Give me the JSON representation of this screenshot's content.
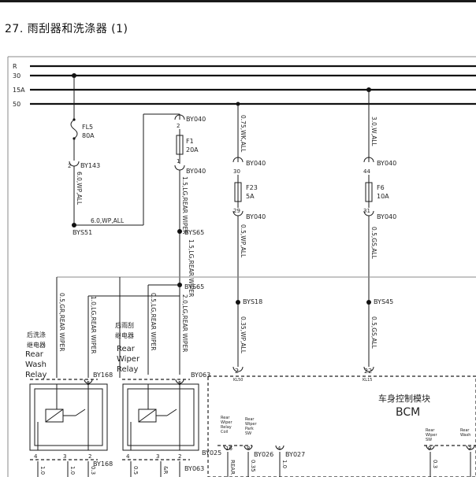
{
  "header": {
    "title": "27.  雨刮器和洗涤器 (1)"
  },
  "buses": [
    "R",
    "30",
    "15A",
    "50"
  ],
  "fuses": {
    "fl5": {
      "name": "FL5",
      "rating": "80A",
      "conn_top": "",
      "conn_bottom": "BY143"
    },
    "f1": {
      "name": "F1",
      "rating": "20A",
      "conn_top": "BY040",
      "conn_bottom": "BY040",
      "pin_top": "2",
      "pin_bottom": "1"
    },
    "f23": {
      "name": "F23",
      "rating": "5A",
      "conn_top": "BY040",
      "conn_bottom": "BY040",
      "pin_top": "30",
      "pin_bottom": "29"
    },
    "f6": {
      "name": "F6",
      "rating": "10A",
      "conn_top": "BY040",
      "conn_bottom": "BY040",
      "pin_top": "44",
      "pin_bottom": "31"
    }
  },
  "wires": {
    "w_fl5": "6.0,WP,ALL",
    "w_bys51": "6.0,WP,ALL",
    "w_f1_out": "1.5,LG,REAR WIPER",
    "w_bys65_a": "1.5,LG,REAR WIPER",
    "w_f23_in": "0.75,WK,ALL",
    "w_f23_out": "0.5,WP,ALL",
    "w_bys18": "0.35,WP,ALL",
    "w_f6_in": "3.0,W,ALL",
    "w_f6_out": "0.5,GS,ALL",
    "w_bys45": "0.5,GS,ALL",
    "w_r1_a": "0.5,GR,REAR WIPER",
    "w_r1_b": "1.0,LG,REAR WIPER",
    "w_r2_a": "0.5,LG,REAR WIPER",
    "w_r2_b": "2.0,LG,REAR WIPER"
  },
  "splices": {
    "bys51": "BYS51",
    "bys65_top": "BYS65",
    "bys65_bot": "BYS65",
    "bys18": "BYS18",
    "bys45": "BYS45"
  },
  "relays": {
    "washer": {
      "cn": "后洗涤",
      "cn2": "继电器",
      "en1": "Rear",
      "en2": "Wash",
      "en3": "Relay",
      "conn": "BY168",
      "pin": "5",
      "pins_bottom": [
        "4",
        "3",
        "2"
      ],
      "conn_bottom": "BY168"
    },
    "wiper": {
      "cn": "后雨刮",
      "cn2": "继电器",
      "en1": "Rear",
      "en2": "Wiper",
      "en3": "Relay",
      "conn": "BY063",
      "pin": "5",
      "pins_bottom": [
        "4",
        "3",
        "2"
      ],
      "conn_bottom": "BY063"
    }
  },
  "bcm": {
    "cn": "车身控制模块",
    "en": "BCM",
    "pin_kl50": "2",
    "lbl_kl50": "KL50",
    "pin_kl15": "22",
    "lbl_kl15": "KL15",
    "sub_rwr_coil": [
      "Rear",
      "Wiper",
      "Relay",
      "Coil"
    ],
    "sub_rwps": [
      "Rear",
      "Wiper",
      "Park",
      "SW"
    ],
    "sub_rwsw": [
      "Rear",
      "Wiper",
      "SW"
    ],
    "sub_rwash": [
      "Rear",
      "Wash"
    ],
    "pins": {
      "p16": "16",
      "p8": "8",
      "p4": "4",
      "p9": "9",
      "p3": "3"
    },
    "conns": {
      "by025": "BY025",
      "by026": "BY026",
      "by027": "BY027"
    }
  }
}
